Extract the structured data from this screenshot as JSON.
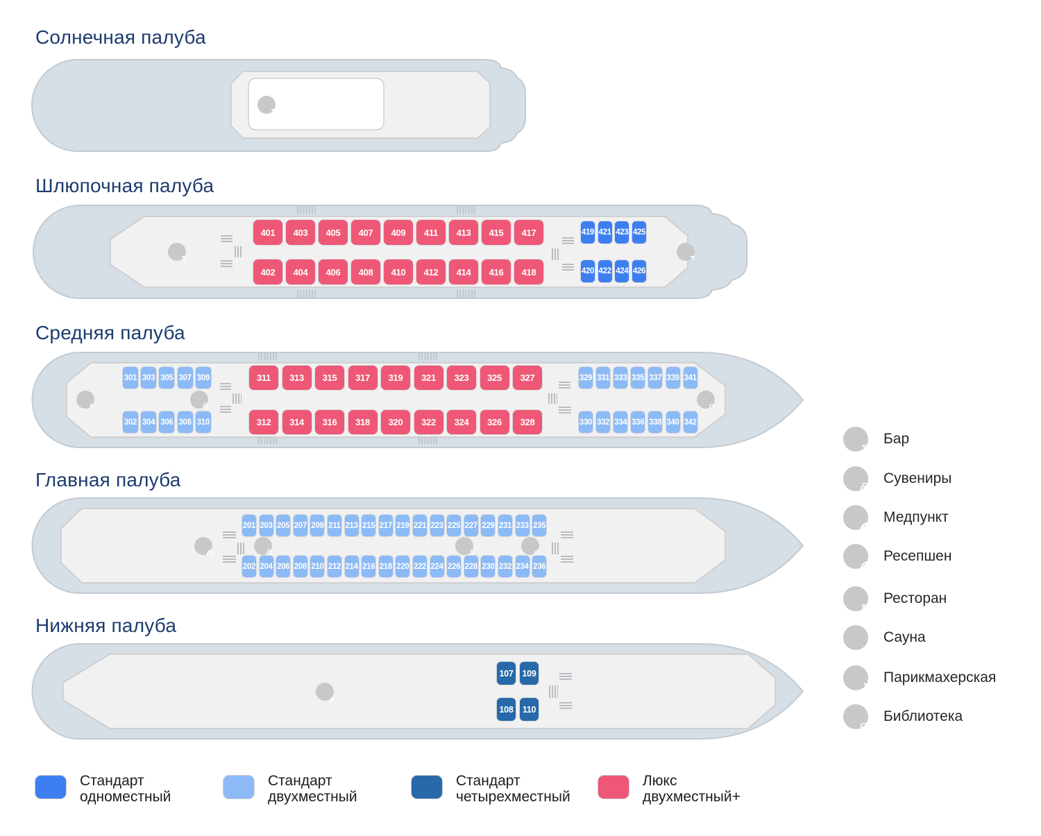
{
  "colors": {
    "title": "#1d3c6f",
    "hull_fill": "#d6dee6",
    "hull_border": "#c2cad2",
    "inner_fill": "#f1f1f2",
    "inner_border": "#c9c9c9",
    "room_fill": "#ffffff",
    "icon_circle": "#c8c8c8",
    "stairs": "#b9bdc1",
    "hatch": "#c2c6ca",
    "cabin_single": "#3d7ff1",
    "cabin_double": "#8cbaf6",
    "cabin_quad": "#2769a9",
    "cabin_lux": "#ee5876",
    "legend_text": "#1c1c1c"
  },
  "decks": {
    "sun": {
      "title": "Солнечная палуба",
      "facilities": [
        "bar-icon"
      ]
    },
    "boat": {
      "title": "Шлюпочная палуба",
      "facilities": [
        "bar-icon",
        "bar-icon"
      ],
      "cabins": {
        "lux_top": [
          "401",
          "403",
          "405",
          "407",
          "409",
          "411",
          "413",
          "415",
          "417"
        ],
        "lux_bottom": [
          "402",
          "404",
          "406",
          "408",
          "410",
          "412",
          "414",
          "416",
          "418"
        ],
        "single_top": [
          "419",
          "421",
          "423",
          "425"
        ],
        "single_bottom": [
          "420",
          "422",
          "424",
          "426"
        ]
      }
    },
    "middle": {
      "title": "Средняя палуба",
      "facilities": [
        "restaurant-icon",
        "gift-icon",
        "library-icon"
      ],
      "cabins": {
        "double_left_top": [
          "301",
          "303",
          "305",
          "307",
          "309"
        ],
        "double_left_bottom": [
          "302",
          "304",
          "306",
          "308",
          "310"
        ],
        "lux_top": [
          "311",
          "313",
          "315",
          "317",
          "319",
          "321",
          "323",
          "325",
          "327"
        ],
        "lux_bottom": [
          "312",
          "314",
          "316",
          "318",
          "320",
          "322",
          "324",
          "326",
          "328"
        ],
        "double_right_top": [
          "329",
          "331",
          "333",
          "335",
          "337",
          "339",
          "341"
        ],
        "double_right_bottom": [
          "330",
          "332",
          "334",
          "336",
          "338",
          "340",
          "342"
        ]
      }
    },
    "main": {
      "title": "Главная палуба",
      "facilities": [
        "medpoint-icon",
        "gift-icon",
        "hairdresser-icon",
        "reception-icon"
      ],
      "cabins": {
        "double_top": [
          "201",
          "203",
          "205",
          "207",
          "209",
          "211",
          "213",
          "215",
          "217",
          "219",
          "221",
          "223",
          "225",
          "227",
          "229",
          "231",
          "233",
          "235"
        ],
        "double_bottom": [
          "202",
          "204",
          "206",
          "208",
          "210",
          "212",
          "214",
          "216",
          "218",
          "220",
          "222",
          "224",
          "226",
          "228",
          "230",
          "232",
          "234",
          "236"
        ]
      }
    },
    "lower": {
      "title": "Нижняя палуба",
      "facilities": [
        "sauna-icon"
      ],
      "cabins": {
        "quad_top": [
          "107",
          "109"
        ],
        "quad_bottom": [
          "108",
          "110"
        ]
      }
    }
  },
  "services_legend": [
    {
      "icon": "bar-icon",
      "label": "Бар"
    },
    {
      "icon": "gift-icon",
      "label": "Сувениры"
    },
    {
      "icon": "medpoint-icon",
      "label": "Медпункт"
    },
    {
      "icon": "reception-icon",
      "label": "Ресепшен"
    },
    {
      "icon": "restaurant-icon",
      "label": "Ресторан"
    },
    {
      "icon": "sauna-icon",
      "label": "Сауна"
    },
    {
      "icon": "hairdresser-icon",
      "label": "Парикмахерская"
    },
    {
      "icon": "library-icon",
      "label": "Библиотека"
    }
  ],
  "cabin_types_legend": [
    {
      "color": "cabin_single",
      "line1": "Стандарт",
      "line2": "одноместный"
    },
    {
      "color": "cabin_double",
      "line1": "Стандарт",
      "line2": "двухместный"
    },
    {
      "color": "cabin_quad",
      "line1": "Стандарт",
      "line2": "четырехместный"
    },
    {
      "color": "cabin_lux",
      "line1": "Люкс",
      "line2": "двухместный+"
    }
  ]
}
